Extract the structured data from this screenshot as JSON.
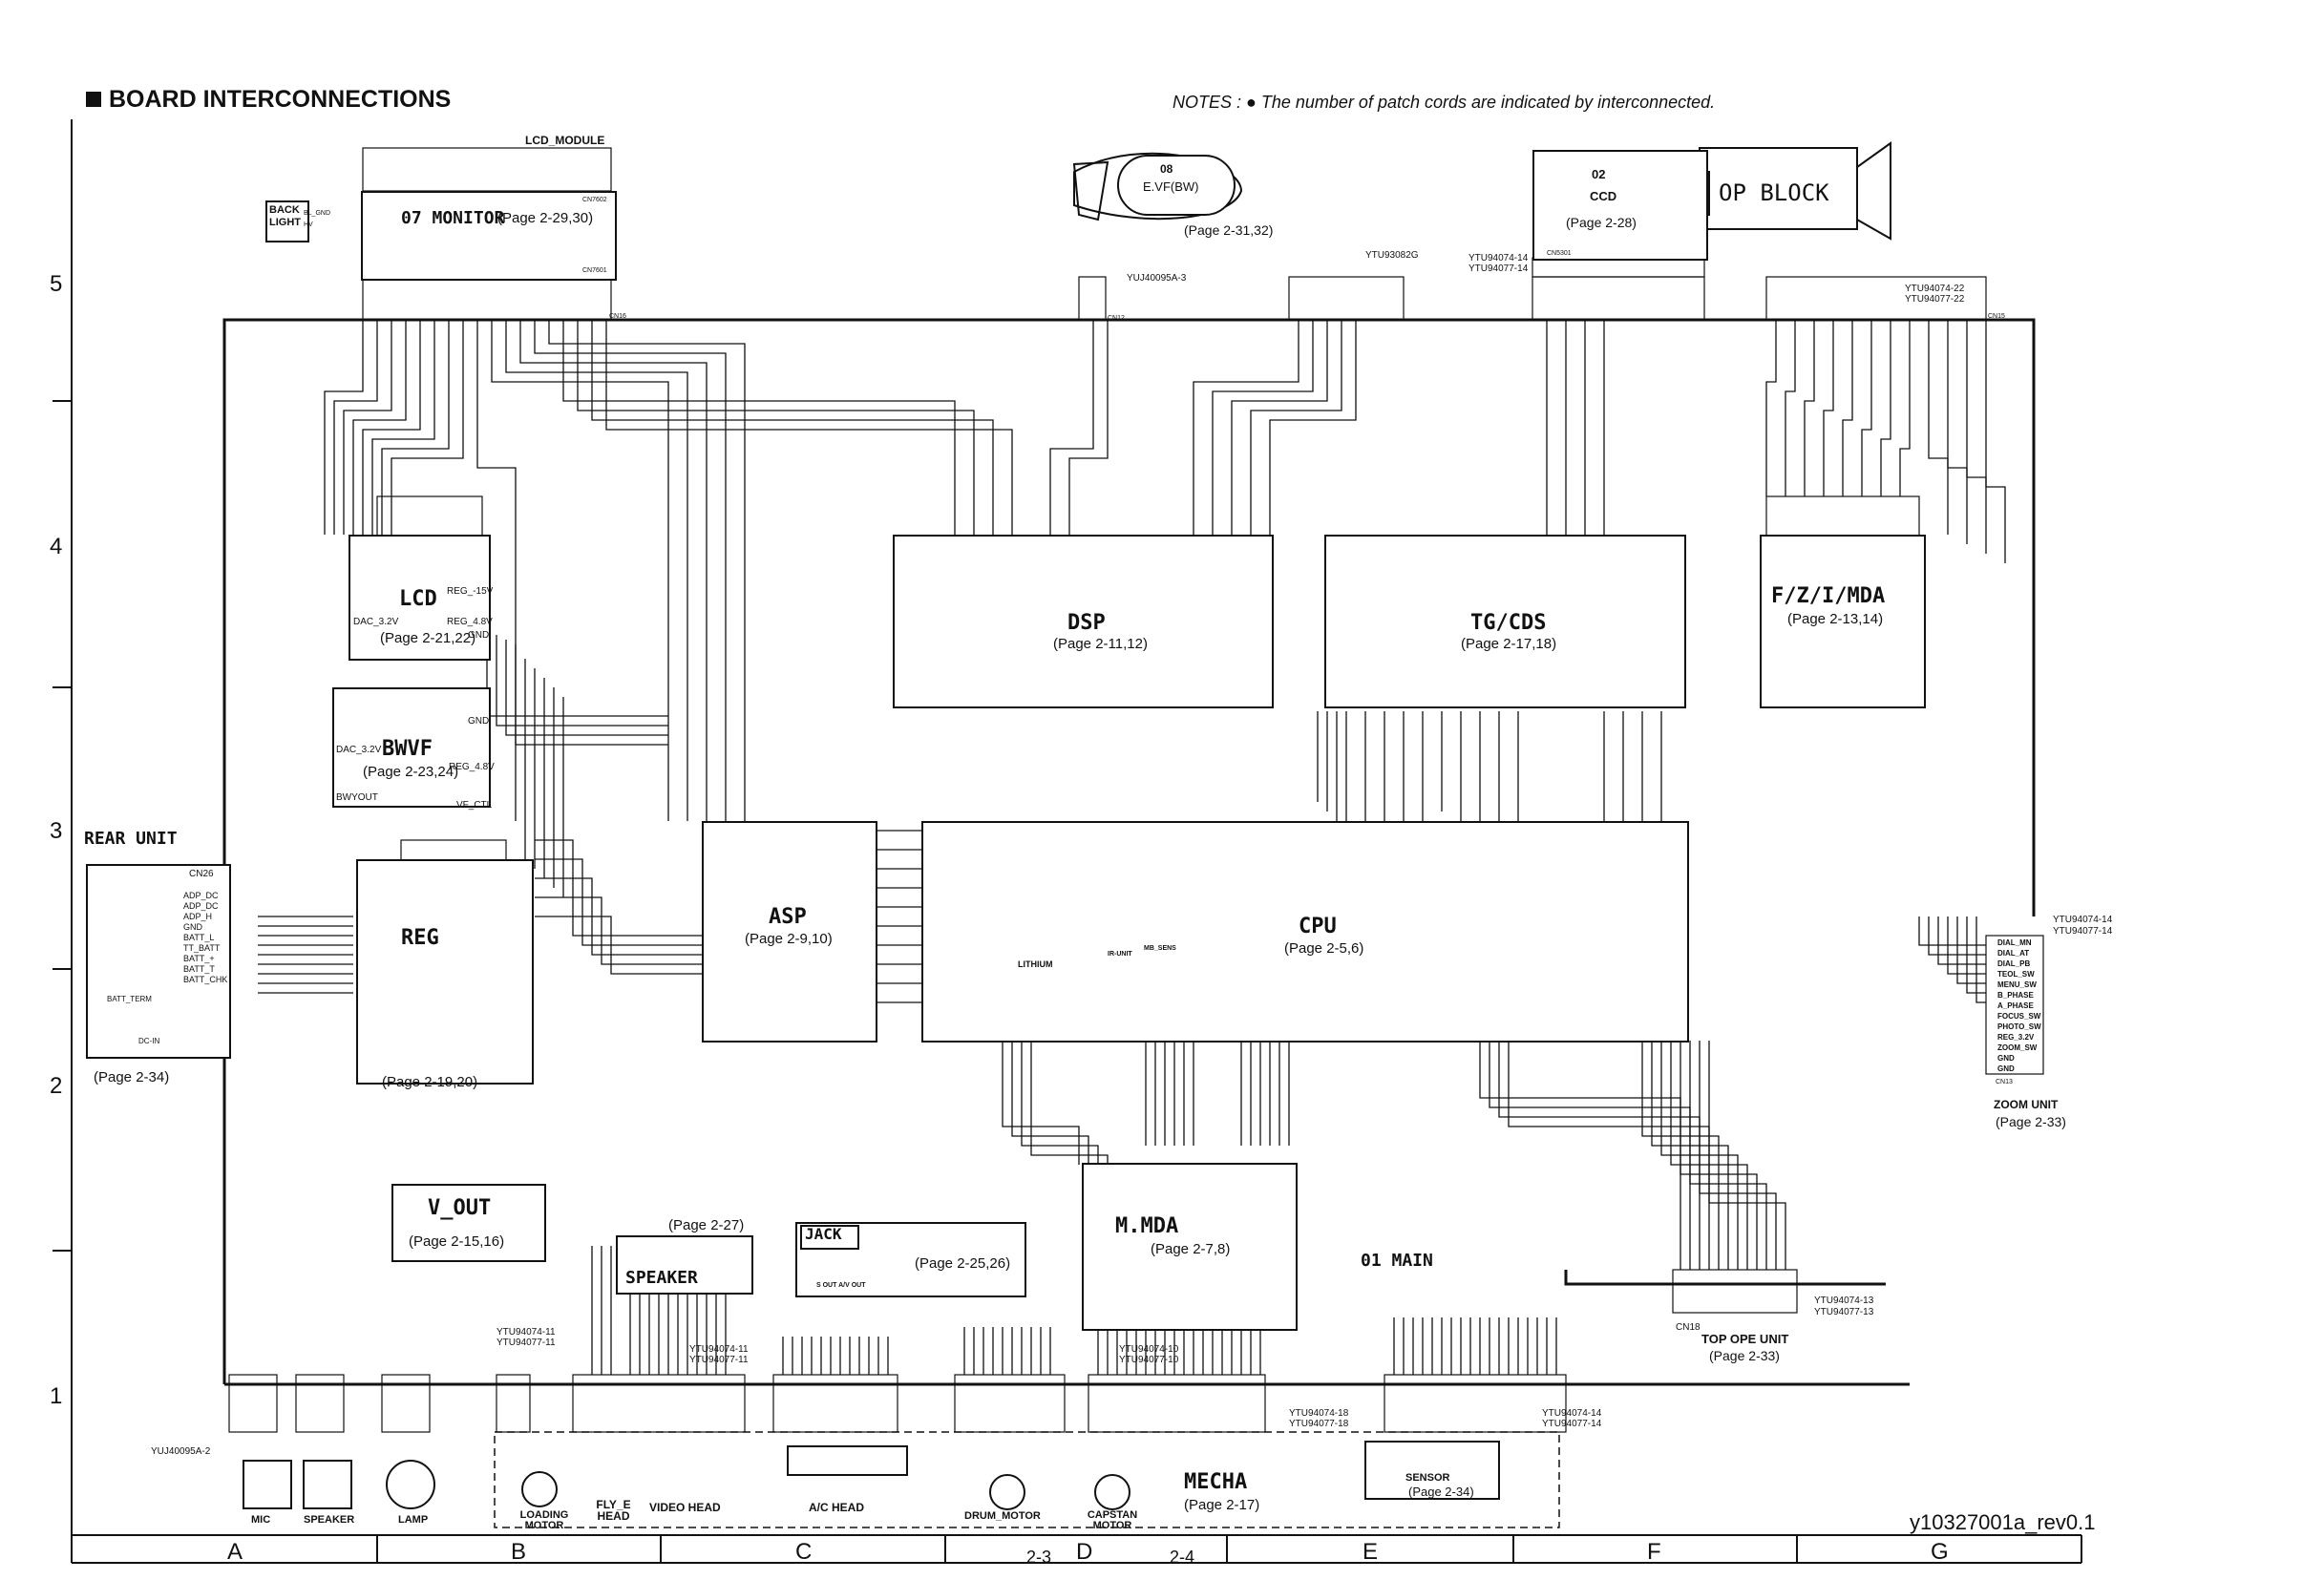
{
  "header": {
    "title": "BOARD INTERCONNECTIONS",
    "notes": "NOTES :  ●  The number of patch cords are indicated by interconnected."
  },
  "revision": "y10327001a_rev0.1",
  "grid": {
    "rows": [
      "5",
      "4",
      "3",
      "2",
      "1"
    ],
    "columns": [
      "A",
      "B",
      "C",
      "D",
      "E",
      "F",
      "G"
    ],
    "page_marks": [
      "2-3",
      "2-4"
    ]
  },
  "boards": {
    "lcd_module": {
      "name": "LCD_MODULE",
      "connectors": [
        "CN7602",
        "CN7601",
        "CN16"
      ]
    },
    "monitor": {
      "name": "07 MONITOR",
      "page": "(Page 2-29,30)"
    },
    "back_light": {
      "name": "BACK LIGHT",
      "pins": [
        "BL_GND",
        "HV"
      ]
    },
    "evf": {
      "name": "E.VF(BW)",
      "code": "08",
      "page": "(Page 2-31,32)",
      "connector": "CN12",
      "part": "YUJ40095A-3"
    },
    "ccd": {
      "name": "CCD",
      "code": "02",
      "page": "(Page 2-28)",
      "connector": "CN5301",
      "part": "YTU93082G",
      "cords": [
        "YTU94074-14",
        "YTU94077-14"
      ]
    },
    "op_block": {
      "name": "OP BLOCK"
    },
    "lcd": {
      "name": "LCD",
      "page": "(Page 2-21,22)",
      "pins": [
        "DAC_3.2V",
        "REG_-15V",
        "REG_4.8V",
        "GND"
      ]
    },
    "bwvf": {
      "name": "BWVF",
      "page": "(Page 2-23,24)",
      "pins": [
        "DAC_3.2V",
        "GND",
        "REG_4.8V",
        "VF_CTL",
        "BWYOUT"
      ]
    },
    "dsp": {
      "name": "DSP",
      "page": "(Page 2-11,12)"
    },
    "tg_cds": {
      "name": "TG/CDS",
      "page": "(Page 2-17,18)"
    },
    "fzimda": {
      "name": "F/Z/I/MDA",
      "page": "(Page 2-13,14)",
      "cords": [
        "YTU94074-22",
        "YTU94077-22"
      ],
      "connector": "CN15"
    },
    "rear_unit": {
      "name": "REAR UNIT",
      "page": "(Page 2-34)",
      "connector": "CN26",
      "pins": [
        "ADP_DC",
        "ADP_DC",
        "ADP_H",
        "GND",
        "BATT_L",
        "TT_BATT",
        "BATT_+",
        "BATT_T",
        "BATT_CHK"
      ],
      "parts": [
        "BATT_TERM",
        "DC-IN"
      ]
    },
    "reg": {
      "name": "REG",
      "page": "(Page 2-19,20)"
    },
    "asp": {
      "name": "ASP",
      "page": "(Page 2-9,10)"
    },
    "cpu": {
      "name": "CPU",
      "page": "(Page 2-5,6)",
      "parts": [
        "LITHIUM",
        "IR-UNIT",
        "MB_SENS"
      ]
    },
    "zoom_unit": {
      "name": "ZOOM UNIT",
      "page": "(Page 2-33)",
      "connector": "CN13",
      "cords": [
        "YTU94074-14",
        "YTU94077-14"
      ],
      "pins": [
        "DIAL_MN",
        "DIAL_AT",
        "DIAL_PB",
        "TEOL_SW",
        "MENU_SW",
        "B_PHASE",
        "A_PHASE",
        "FOCUS_SW",
        "PHOTO_SW",
        "REG_3.2V",
        "ZOOM_SW",
        "GND",
        "GND"
      ]
    },
    "v_out": {
      "name": "V_OUT",
      "page": "(Page 2-15,16)"
    },
    "speaker_board": {
      "name": "SPEAKER",
      "page": "(Page 2-27)"
    },
    "jack": {
      "name": "JACK",
      "page": "(Page 2-25,26)",
      "parts": [
        "S OUT A/V OUT"
      ]
    },
    "mmda": {
      "name": "M.MDA",
      "page": "(Page 2-7,8)"
    },
    "main": {
      "name": "01 MAIN"
    },
    "top_ope": {
      "name": "TOP OPE UNIT",
      "page": "(Page 2-33)",
      "connector": "CN18",
      "cords": [
        "YTU94074-13",
        "YTU94077-13"
      ]
    },
    "mecha": {
      "name": "MECHA",
      "page": "(Page 2-17)"
    },
    "sensor": {
      "name": "SENSOR",
      "page": "(Page 2-34)"
    }
  },
  "bottom_parts": {
    "mic": "MIC",
    "speaker": "SPEAKER",
    "lamp": "LAMP",
    "loading_motor": "LOADING MOTOR",
    "fly_e_head": "FLY_E HEAD",
    "video_head": "VIDEO HEAD",
    "ac_head": "A/C HEAD",
    "drum_motor": "DRUM_MOTOR",
    "capstan_motor": "CAPSTAN MOTOR",
    "mic_part": "YUJ40095A-2"
  },
  "cord_labels": [
    "YTU94074-11",
    "YTU94077-11",
    "YTU94074-11",
    "YTU94077-11",
    "YTU94074-10",
    "YTU94077-10",
    "YTU94074-18",
    "YTU94077-18",
    "YTU94074-14",
    "YTU94077-14"
  ]
}
